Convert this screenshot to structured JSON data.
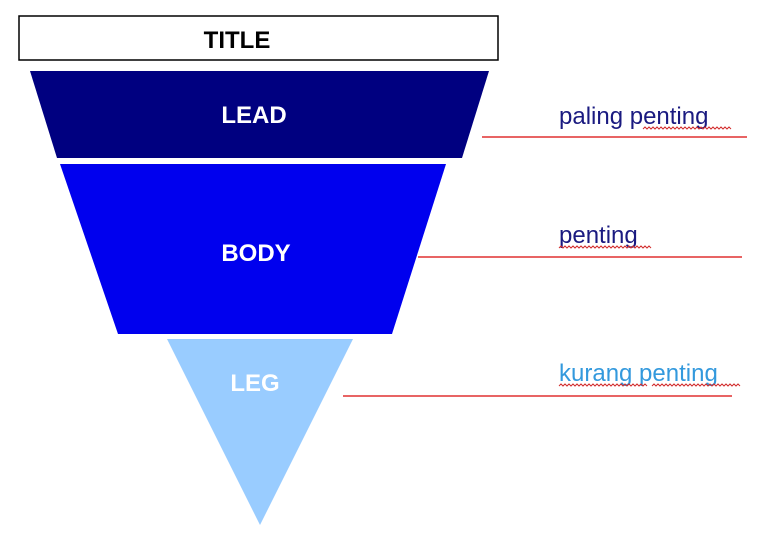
{
  "title": "TITLE",
  "bands": [
    {
      "label": "LEAD",
      "annotation": "paling penting"
    },
    {
      "label": "BODY",
      "annotation": "penting"
    },
    {
      "label": "LEG",
      "annotation": "kurang penting"
    }
  ],
  "colors": {
    "lead": "#000080",
    "body": "#0000ee",
    "leg": "#99ccff",
    "title_border": "#000000",
    "annotation_dark": "#1a1a80",
    "annotation_light": "#3399dd",
    "guide_line": "#e03030"
  }
}
